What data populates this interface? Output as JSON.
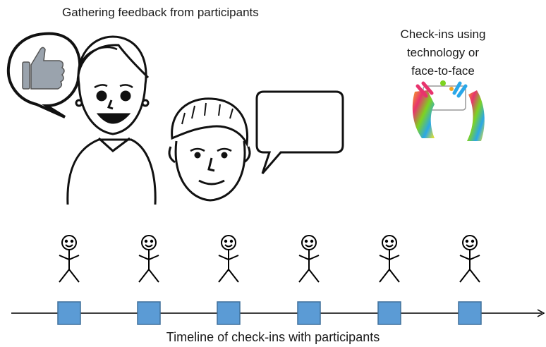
{
  "heading": "Gathering feedback from participants",
  "checkins_note": {
    "lines": [
      "Check-ins using",
      "technology or",
      "face-to-face"
    ]
  },
  "timeline": {
    "caption": "Timeline of check-ins with participants",
    "checkpoint_count": 6,
    "checkpoint_color": "#5b9bd5",
    "checkpoint_border": "#41719c",
    "line_color": "#000000"
  },
  "icons": {
    "speech_bubble_like": "thumbs-up-icon",
    "woman": "smiling-woman-icon",
    "man": "man-face-icon",
    "empty_bubble": "empty-speech-bubble-icon",
    "hands": "hands-holding-tablet-icon",
    "stick_figure": "stick-figure-icon"
  }
}
